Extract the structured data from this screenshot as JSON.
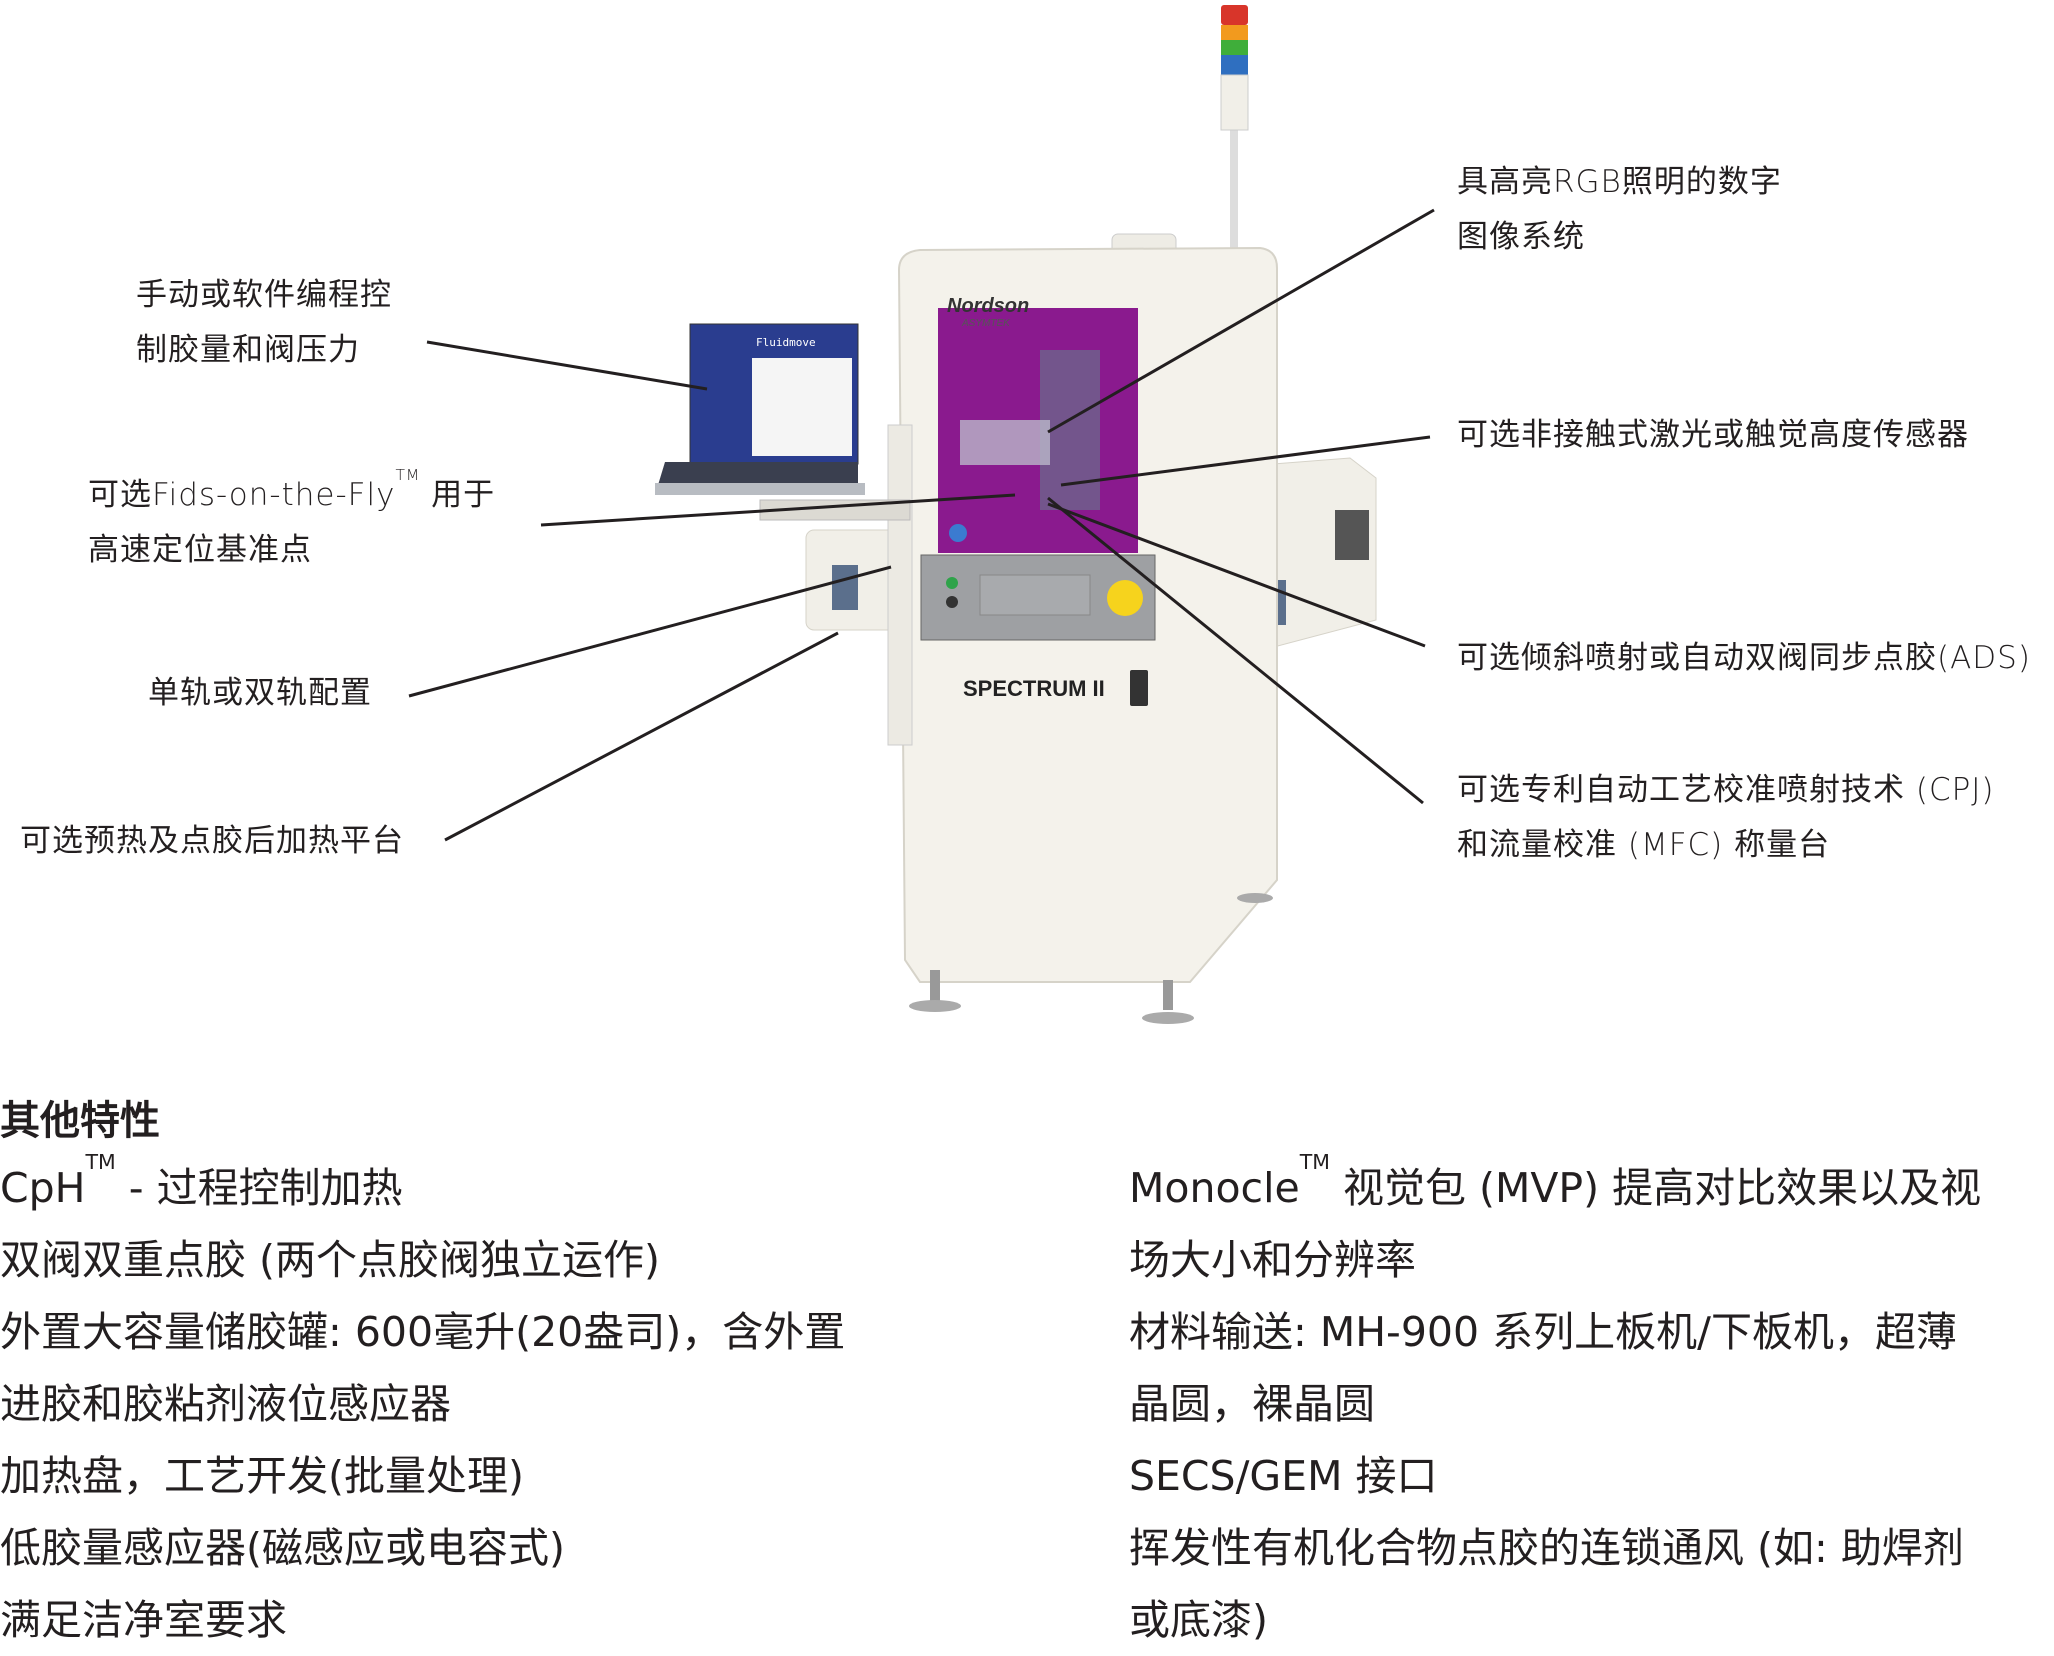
{
  "callouts": {
    "left": [
      {
        "lines": [
          "手动或软件编程控",
          "制胶量和阀压力"
        ]
      },
      {
        "lines": [
          "可选Fids-on-the-Fly",
          "高速定位基准点"
        ],
        "tm": "TM",
        "suffix": " 用于"
      },
      {
        "lines": [
          "单轨或双轨配置"
        ]
      },
      {
        "lines": [
          "可选预热及点胶后加热平台"
        ]
      }
    ],
    "right": [
      {
        "lines": [
          "具高亮RGB照明的数字",
          "图像系统"
        ]
      },
      {
        "lines": [
          "可选非接触式激光或触觉高度传感器"
        ]
      },
      {
        "lines": [
          "可选倾斜喷射或自动双阀同步点胶(ADS)"
        ]
      },
      {
        "lines": [
          "可选专利自动工艺校准喷射技术 (CPJ)",
          "和流量校准 (MFC) 称量台"
        ]
      }
    ]
  },
  "machine_logos": {
    "brand": "Nordson",
    "sub_brand": "ASYMTEK",
    "model": "SPECTRUM II",
    "software": "Fluidmove"
  },
  "features": {
    "title": "其他特性",
    "left": [
      {
        "pre": "CpH",
        "tm": "TM",
        "post": " - 过程控制加热"
      },
      {
        "text": "双阀双重点胶 (两个点胶阀独立运作)"
      },
      {
        "text": "外置大容量储胶罐: 600毫升(20盎司)，含外置"
      },
      {
        "text": "进胶和胶粘剂液位感应器"
      },
      {
        "text": "加热盘，工艺开发(批量处理)"
      },
      {
        "text": "低胶量感应器(磁感应或电容式)"
      },
      {
        "text": "满足洁净室要求"
      }
    ],
    "right": [
      {
        "pre": "Monocle",
        "tm": "TM",
        "post": " 视觉包 (MVP) 提高对比效果以及视"
      },
      {
        "text": "场大小和分辨率"
      },
      {
        "text": "材料输送: MH-900 系列上板机/下板机，超薄"
      },
      {
        "text": "晶圆，裸晶圆"
      },
      {
        "text": "SECS/GEM 接口"
      },
      {
        "text": "挥发性有机化合物点胶的连锁通风 (如: 助焊剂"
      },
      {
        "text": "或底漆)"
      }
    ]
  },
  "colors": {
    "purple_window": "#8a1a8e",
    "text": "#231f20",
    "cabinet": "#f3f1ea"
  }
}
